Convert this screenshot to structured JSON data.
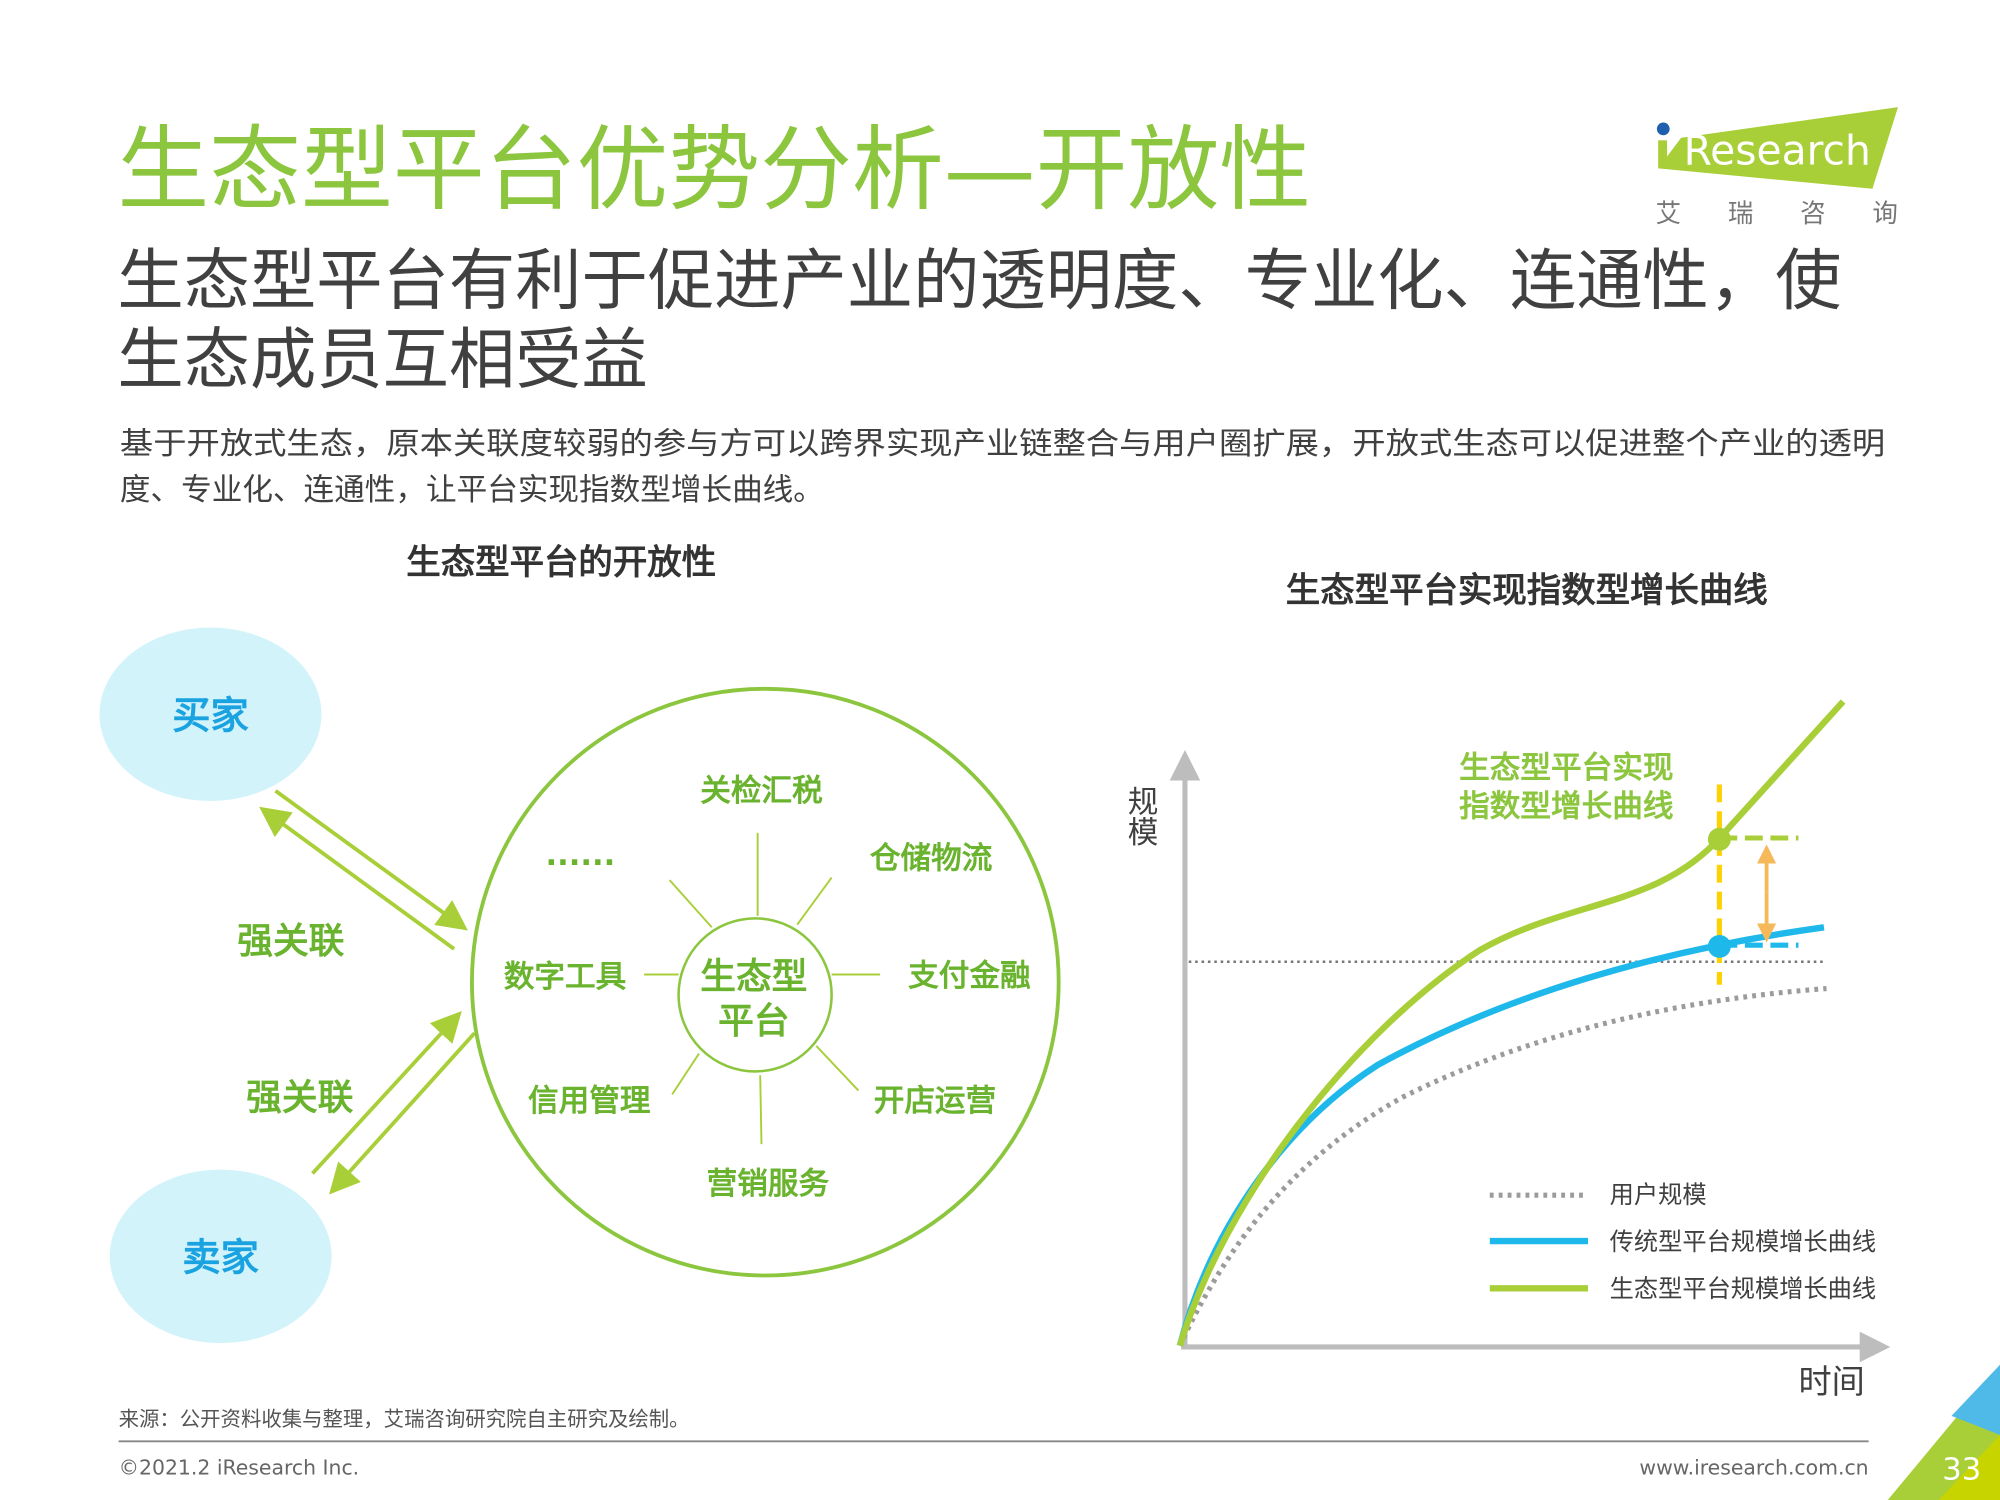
{
  "header": {
    "title": "生态型平台优势分析—开放性",
    "subtitle_line1": "生态型平台有利于促进产业的透明度、专业化、连通性，使",
    "subtitle_line2": "生态成员互相受益",
    "paragraph_line1": "基于开放式生态，原本关联度较弱的参与方可以跨界实现产业链整合与用户圈扩展，开放式生态可以促进整个产业的透明",
    "paragraph_line2": "度、专业化、连通性，让平台实现指数型增长曲线。"
  },
  "logo": {
    "brand": "iResearch",
    "cn": "艾 瑞 咨 询"
  },
  "left_diagram": {
    "title": "生态型平台的开放性",
    "buyer": "买家",
    "seller": "卖家",
    "link_top": "强关联",
    "link_bottom": "强关联",
    "center_line1": "生态型",
    "center_line2": "平台",
    "services": [
      "关检汇税",
      "仓储物流",
      "支付金融",
      "开店运营",
      "营销服务",
      "信用管理",
      "数字工具",
      "......"
    ]
  },
  "chart_data": {
    "type": "line",
    "title": "生态型平台实现指数型增长曲线",
    "xlabel": "时间",
    "ylabel": "规模",
    "annotation_line1": "生态型平台实现",
    "annotation_line2": "指数型增长曲线",
    "series": [
      {
        "name": "用户规模",
        "style": "dotted",
        "color": "#9b9b9b"
      },
      {
        "name": "传统型平台规模增长曲线",
        "style": "solid",
        "color": "#1eb8ea"
      },
      {
        "name": "生态型平台规模增长曲线",
        "style": "solid",
        "color": "#a9cf38"
      }
    ],
    "legend_placement": "bottom-right",
    "colors": {
      "highlight_vertical": "#ffd100",
      "gap_arrow": "#f5b95a"
    }
  },
  "footer": {
    "source": "来源：公开资料收集与整理，艾瑞咨询研究院自主研究及绘制。",
    "copyright": "©2021.2 iResearch Inc.",
    "url": "www.iresearch.com.cn",
    "page_number": "33"
  },
  "colors": {
    "title_green": "#8cc63f",
    "diagram_green": "#6ab32e",
    "buyer_blue": "#1aa3e0",
    "bubble": "#d3f3fb"
  }
}
